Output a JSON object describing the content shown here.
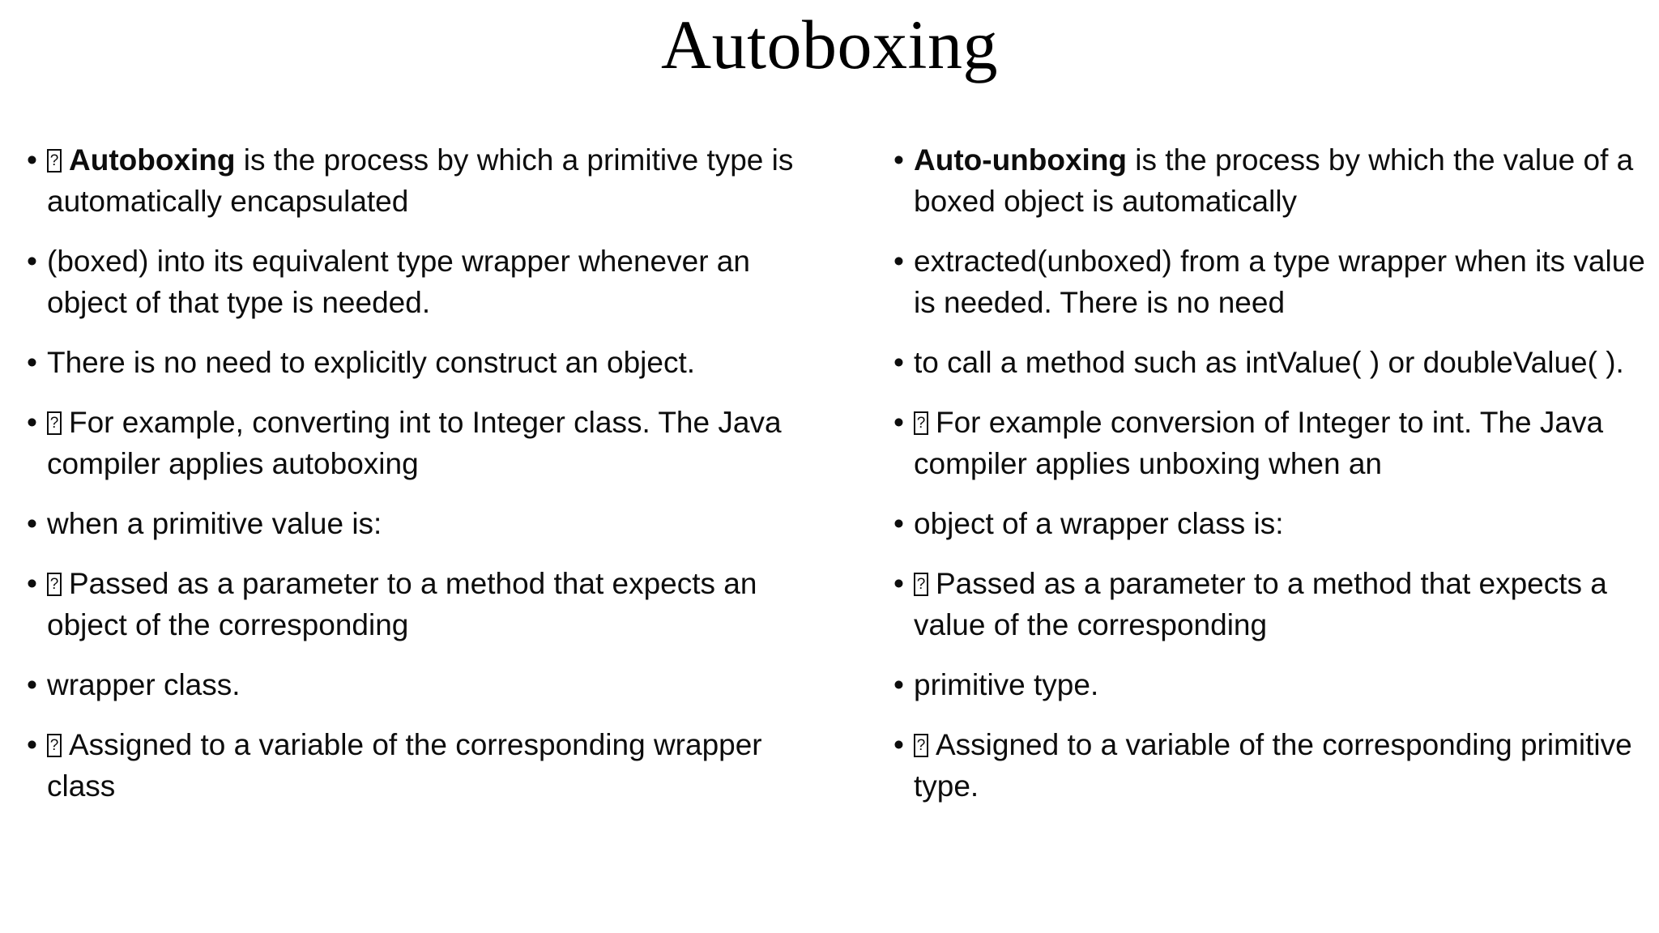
{
  "slide": {
    "title": "Autoboxing",
    "background_color": "#ffffff",
    "text_color": "#0d0d0d",
    "bullet_glyph": "•",
    "missing_glyph_char": "?"
  },
  "left_column": {
    "name": "autoboxing-column",
    "bullets": [
      {
        "has_tofu": true,
        "bold_lead": "Autoboxing",
        "text": " is the process by which a primitive type is automatically encapsulated"
      },
      {
        "has_tofu": false,
        "bold_lead": "",
        "text": "(boxed) into its equivalent type wrapper whenever an object of that type is needed."
      },
      {
        "has_tofu": false,
        "bold_lead": "",
        "text": "There is no need to explicitly construct an object."
      },
      {
        "has_tofu": true,
        "bold_lead": "",
        "text": "For example, converting int to Integer class. The Java compiler applies autoboxing"
      },
      {
        "has_tofu": false,
        "bold_lead": "",
        "text": "when a primitive value is:"
      },
      {
        "has_tofu": true,
        "bold_lead": "",
        "text": "Passed as a parameter to a method that expects an object of the corresponding"
      },
      {
        "has_tofu": false,
        "bold_lead": "",
        "text": "wrapper class."
      },
      {
        "has_tofu": true,
        "bold_lead": "",
        "text": "Assigned to a variable of the corresponding wrapper class"
      }
    ]
  },
  "right_column": {
    "name": "auto-unboxing-column",
    "bullets": [
      {
        "has_tofu": false,
        "bold_lead": "Auto-unboxing",
        "text": " is the process by which the value of a boxed object is automatically"
      },
      {
        "has_tofu": false,
        "bold_lead": "",
        "text": "extracted(unboxed) from a type wrapper when its value is needed. There is no need"
      },
      {
        "has_tofu": false,
        "bold_lead": "",
        "text": "to call a method such as intValue( ) or doubleValue( )."
      },
      {
        "has_tofu": true,
        "bold_lead": "",
        "text": "For example conversion of Integer to int. The Java compiler applies unboxing when an"
      },
      {
        "has_tofu": false,
        "bold_lead": "",
        "text": "object of a wrapper class is:"
      },
      {
        "has_tofu": true,
        "bold_lead": "",
        "text": "Passed as a parameter to a method that expects a value of the corresponding"
      },
      {
        "has_tofu": false,
        "bold_lead": "",
        "text": "primitive type."
      },
      {
        "has_tofu": true,
        "bold_lead": "",
        "text": "Assigned to a variable of the corresponding primitive type."
      }
    ]
  }
}
